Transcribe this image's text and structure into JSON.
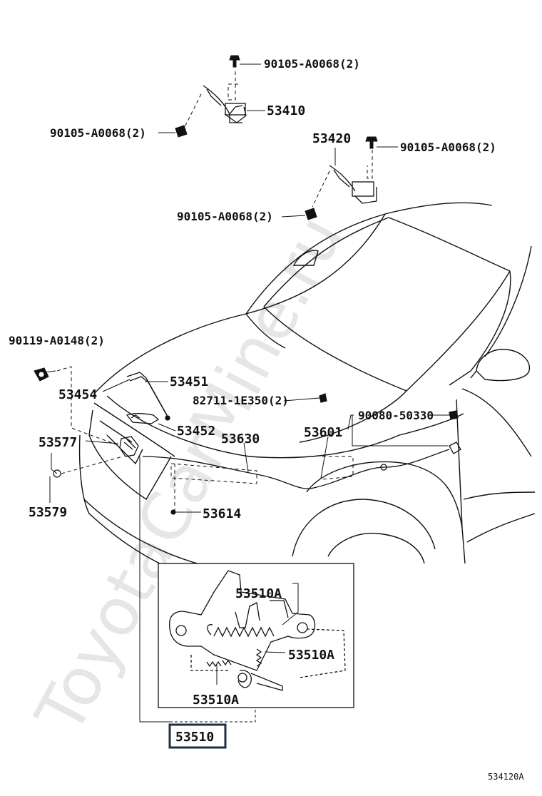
{
  "watermark": "ToyotaCarMine.ru",
  "diagram_ref": "534120A",
  "parts": {
    "p1": "90105-A0068(2)",
    "p2": "53410",
    "p3": "90105-A0068(2)",
    "p4": "53420",
    "p5": "90105-A0068(2)",
    "p6": "90105-A0068(2)",
    "p7": "90119-A0148(2)",
    "p8": "53451",
    "p9": "53454",
    "p10": "82711-1E350(2)",
    "p11": "90080-50330",
    "p12": "53452",
    "p13": "53630",
    "p14": "53601",
    "p15": "53577",
    "p16": "53579",
    "p17": "53614",
    "p18": "53510A",
    "p19": "53510A",
    "p20": "53510A",
    "p21": "53510"
  }
}
